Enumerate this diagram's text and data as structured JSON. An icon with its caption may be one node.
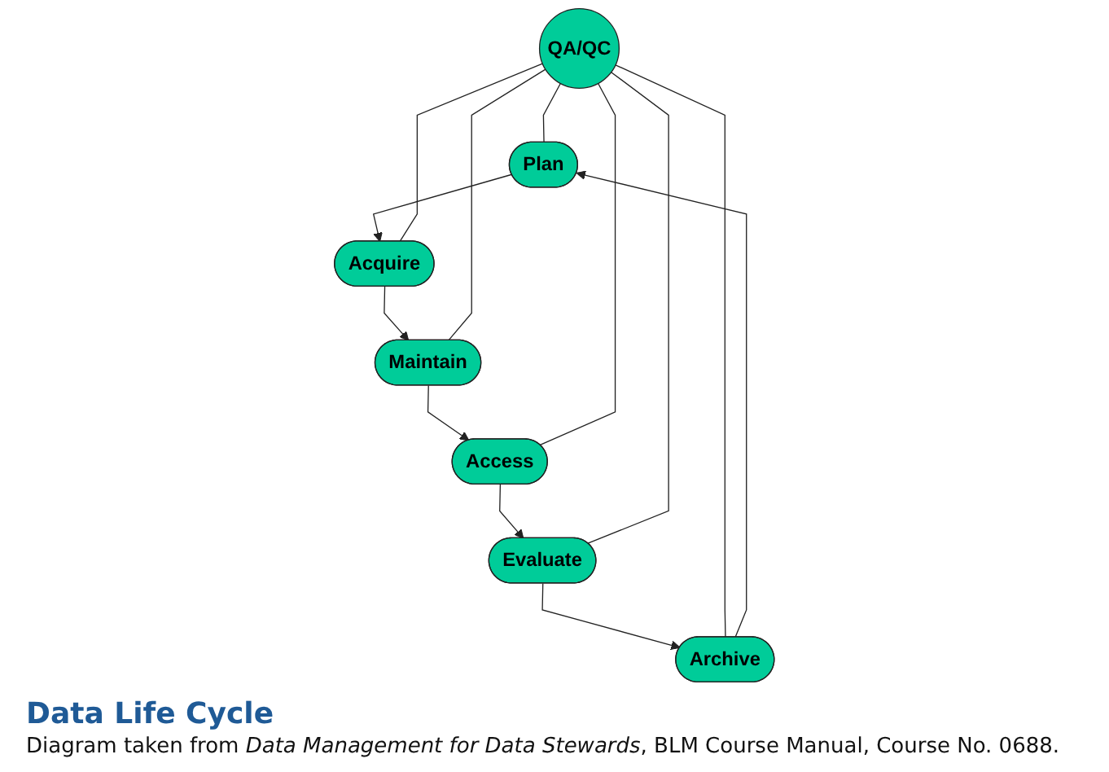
{
  "diagram": {
    "title": "Data Life Cycle",
    "caption": "Diagram taken from *Data Management for Data Stewards*, BLM Course Manual, Course No. 0688.",
    "nodes": [
      {
        "text": [
          "Plan"
        ]
      },
      {
        "text": [
          "Archive"
        ]
      },
      {
        "text": [
          "Acquire"
        ]
      },
      {
        "text": [
          "QA/QC"
        ]
      },
      {
        "text": [
          "Evaluate"
        ]
      },
      {
        "text": [
          "Maintain"
        ]
      },
      {
        "text": [
          "Access"
        ]
      }
    ],
    "edges": [
      {
        "from": 1,
        "to": 0,
        "arrow": "to"
      },
      {
        "from": 0,
        "to": 2,
        "arrow": "to"
      },
      {
        "from": 2,
        "to": 5,
        "arrow": "to"
      },
      {
        "from": 5,
        "to": 6,
        "arrow": "to"
      },
      {
        "from": 6,
        "to": 4,
        "arrow": "to"
      },
      {
        "from": 4,
        "to": 1,
        "arrow": "to"
      },
      {
        "from": 3,
        "to": 0,
        "arrow": "none"
      },
      {
        "from": 3,
        "to": 1,
        "arrow": "none"
      },
      {
        "from": 3,
        "to": 2,
        "arrow": "none"
      },
      {
        "from": 3,
        "to": 4,
        "arrow": "none"
      },
      {
        "from": 3,
        "to": 5,
        "arrow": "none"
      },
      {
        "from": 3,
        "to": 6,
        "arrow": "none"
      }
    ]
  }
}
